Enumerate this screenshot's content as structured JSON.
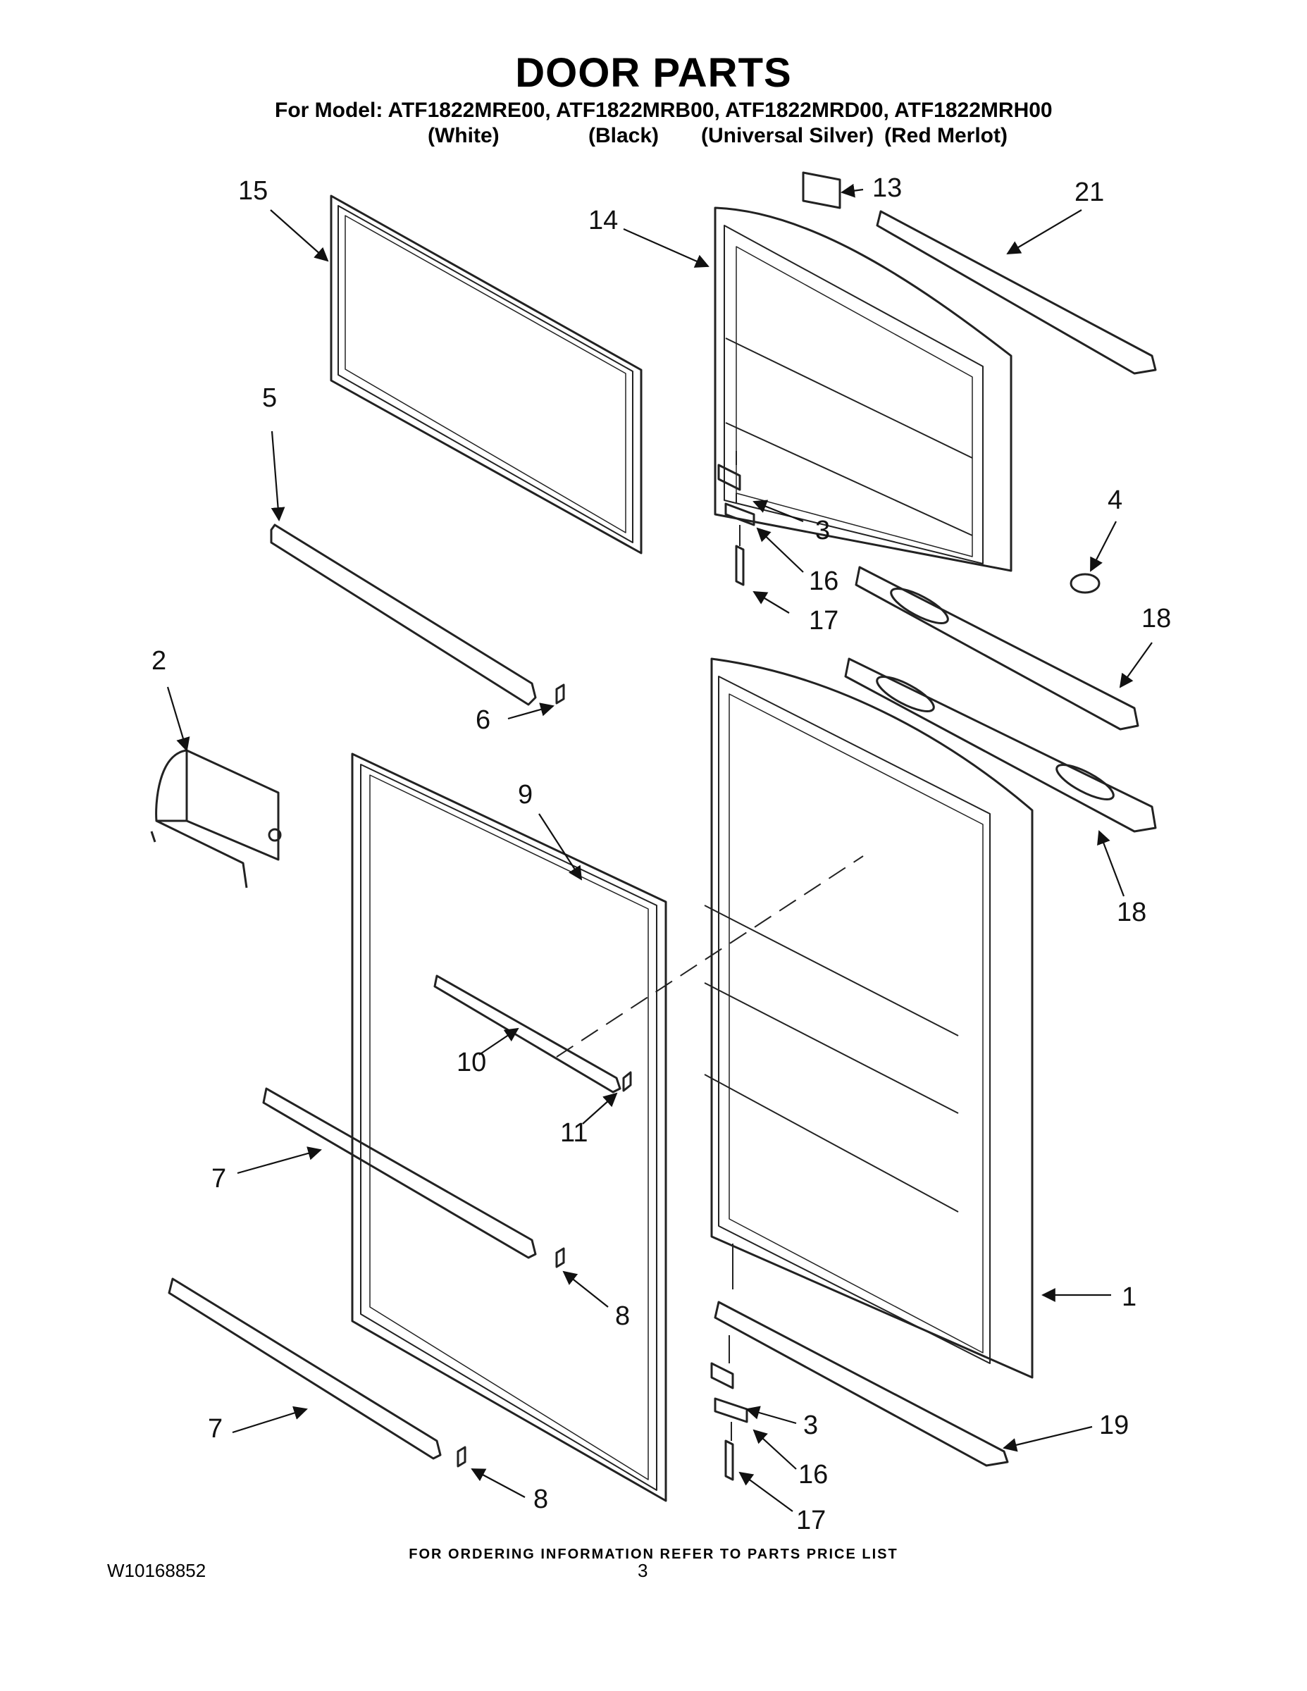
{
  "header": {
    "title": "DOOR PARTS",
    "model_line": "For Model: ATF1822MRE00, ATF1822MRB00, ATF1822MRD00, ATF1822MRH00",
    "colors": [
      "(White)",
      "(Black)",
      "(Universal Silver)",
      "(Red Merlot)"
    ]
  },
  "callouts": [
    "15",
    "13",
    "21",
    "14",
    "5",
    "4",
    "3",
    "16",
    "17",
    "2",
    "18",
    "6",
    "9",
    "18",
    "10",
    "11",
    "7",
    "8",
    "1",
    "7",
    "3",
    "19",
    "16",
    "8",
    "17"
  ],
  "footer": {
    "ordering_note": "FOR ORDERING INFORMATION REFER TO PARTS PRICE LIST",
    "doc_number": "W10168852",
    "page_number": "3"
  }
}
